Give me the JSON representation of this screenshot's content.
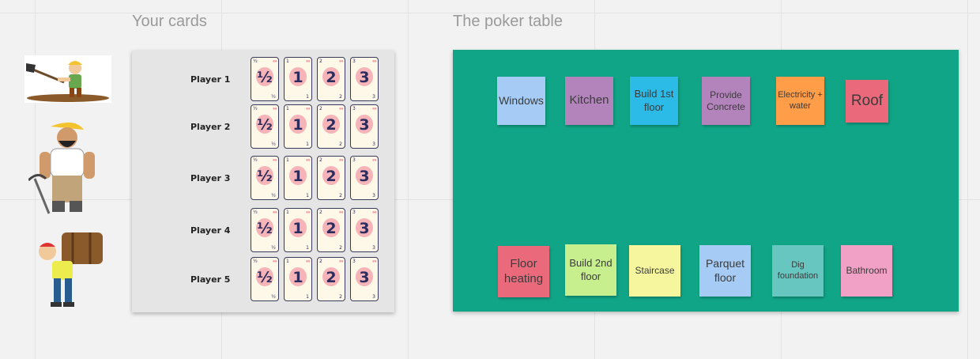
{
  "frames": {
    "cards_title": "Your cards",
    "table_title": "The poker table"
  },
  "workers": [
    {
      "icon": "digging-worker-icon"
    },
    {
      "icon": "worker-with-pickaxe-icon"
    },
    {
      "icon": "worker-carrying-barrel-icon"
    }
  ],
  "players": [
    {
      "label": "Player 1",
      "cards": [
        {
          "value": "½",
          "tl": "½",
          "br": "½"
        },
        {
          "value": "1",
          "tl": "1",
          "br": "1"
        },
        {
          "value": "2",
          "tl": "2",
          "br": "2"
        },
        {
          "value": "3",
          "tl": "3",
          "br": "3"
        }
      ]
    },
    {
      "label": "Player 2",
      "cards": [
        {
          "value": "½",
          "tl": "½",
          "br": "½"
        },
        {
          "value": "1",
          "tl": "1",
          "br": "1"
        },
        {
          "value": "2",
          "tl": "2",
          "br": "2"
        },
        {
          "value": "3",
          "tl": "3",
          "br": "3"
        }
      ]
    },
    {
      "label": "Player 3",
      "cards": [
        {
          "value": "½",
          "tl": "½",
          "br": "½"
        },
        {
          "value": "1",
          "tl": "1",
          "br": "1"
        },
        {
          "value": "2",
          "tl": "2",
          "br": "2"
        },
        {
          "value": "3",
          "tl": "3",
          "br": "3"
        }
      ]
    },
    {
      "label": "Player 4",
      "cards": [
        {
          "value": "½",
          "tl": "½",
          "br": "½"
        },
        {
          "value": "1",
          "tl": "1",
          "br": "1"
        },
        {
          "value": "2",
          "tl": "2",
          "br": "2"
        },
        {
          "value": "3",
          "tl": "3",
          "br": "3"
        }
      ]
    },
    {
      "label": "Player 5",
      "cards": [
        {
          "value": "½",
          "tl": "½",
          "br": "½"
        },
        {
          "value": "1",
          "tl": "1",
          "br": "1"
        },
        {
          "value": "2",
          "tl": "2",
          "br": "2"
        },
        {
          "value": "3",
          "tl": "3",
          "br": "3"
        }
      ]
    }
  ],
  "stickies_top": [
    {
      "text": "Windows",
      "color": "#a6ccf5"
    },
    {
      "text": "Kitchen",
      "color": "#b384bb"
    },
    {
      "text": "Build 1st floor",
      "color": "#2bbbe6"
    },
    {
      "text": "Provide Concrete",
      "color": "#b384bb"
    },
    {
      "text": "Electricity + water",
      "color": "#ff9d48"
    },
    {
      "text": "Roof",
      "color": "#ea6a7c"
    }
  ],
  "stickies_bottom": [
    {
      "text": "Floor heating",
      "color": "#ea6a7c"
    },
    {
      "text": "Build 2nd floor",
      "color": "#c8ef8e"
    },
    {
      "text": "Staircase",
      "color": "#f5f69e"
    },
    {
      "text": "Parquet floor",
      "color": "#a6ccf5"
    },
    {
      "text": "Dig foundation",
      "color": "#67c6c0"
    },
    {
      "text": "Bathroom",
      "color": "#f1a0c6"
    }
  ]
}
